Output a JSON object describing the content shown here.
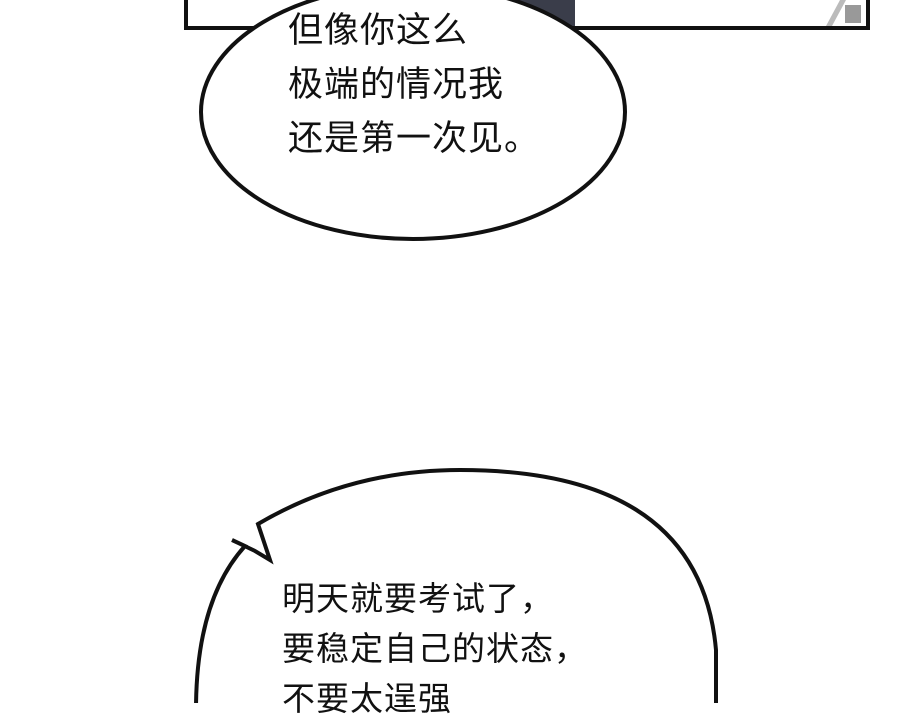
{
  "bubble_top": {
    "lines": [
      "但像你这么",
      "极端的情况我",
      "还是第一次见。"
    ]
  },
  "bubble_bottom": {
    "lines": [
      "明天就要考试了，",
      "要稳定自己的状态，",
      "不要太逞强"
    ]
  },
  "colors": {
    "ink": "#111111",
    "panel_dark": "#3a3d4a",
    "background": "#ffffff"
  }
}
